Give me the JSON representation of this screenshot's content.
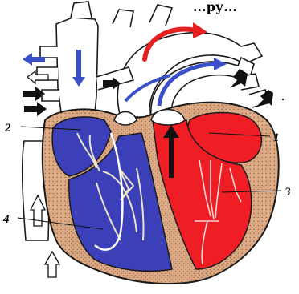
{
  "diagram": {
    "caption_fragment": "...ру...",
    "labels": [
      {
        "id": "1",
        "text": "1"
      },
      {
        "id": "2",
        "text": "2"
      },
      {
        "id": "3",
        "text": "3"
      },
      {
        "id": "4",
        "text": "4"
      }
    ],
    "colors": {
      "oxygenated": "#ef1d24",
      "deoxygenated": "#3b3fb8",
      "muscle": "#d9a77e",
      "outline": "#1a1a1a",
      "background": "#ffffff",
      "arrow_dark": "#111111",
      "arrow_blue": "#3a50c8",
      "arrow_red": "#e81f1f"
    }
  }
}
